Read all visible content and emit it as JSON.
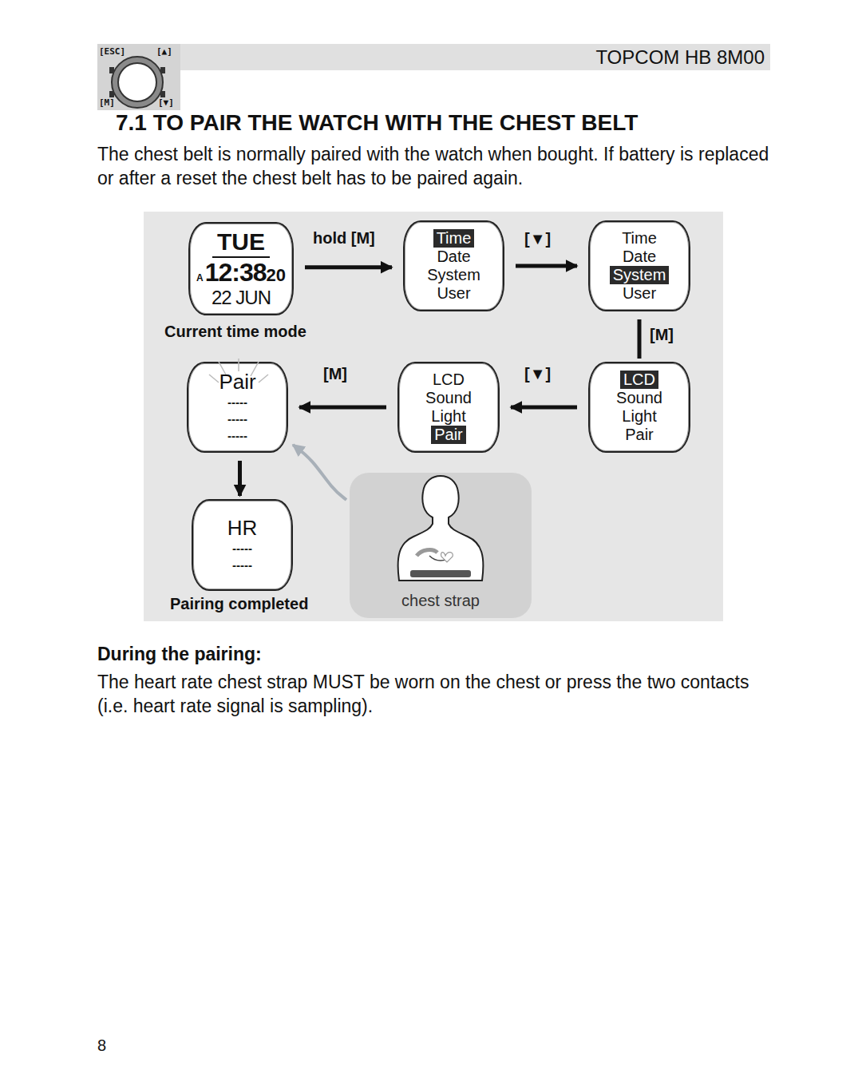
{
  "diagram": {
    "title": "7.1 TO PAIR THE WATCH WITH THE CHEST BELT",
    "nodes": [
      {
        "text": [
          "TUE",
          "A",
          "12:38",
          "20",
          "22 JUN"
        ]
      },
      {
        "text": [
          "Time",
          "Date",
          "System",
          "User"
        ]
      },
      {
        "text": [
          "Time",
          "Date",
          "System",
          "User"
        ]
      },
      {
        "text": [
          "LCD",
          "Sound",
          "Light",
          "Pair"
        ]
      },
      {
        "text": [
          "LCD",
          "Sound",
          "Light",
          "Pair"
        ]
      },
      {
        "text": [
          "Pair",
          "-----",
          "-----",
          "-----"
        ]
      },
      {
        "text": [
          "HR",
          "-----",
          "-----"
        ]
      },
      {
        "text": [
          "chest strap"
        ]
      }
    ],
    "edges": [
      {
        "from": 0,
        "to": 1,
        "label": "hold [M]",
        "arrow": "to"
      },
      {
        "from": 1,
        "to": 2,
        "label": "[▼]",
        "arrow": "to"
      },
      {
        "from": 2,
        "to": 3,
        "label": "[M]",
        "arrow": "none"
      },
      {
        "from": 3,
        "to": 4,
        "label": "[▼]",
        "arrow": "to"
      },
      {
        "from": 4,
        "to": 5,
        "label": "[M]",
        "arrow": "to"
      },
      {
        "from": 5,
        "to": 6,
        "arrow": "to"
      },
      {
        "from": 7,
        "to": 5,
        "arrow": "to"
      }
    ],
    "labels": [
      "[ESC]",
      "[▲]",
      "[M]",
      "[▼]",
      "TOPCOM HB 8M00",
      "The chest belt is normally paired with the watch when bought. If battery is replaced or after a reset the chest belt has to be paired again.",
      "Current time mode",
      "Pairing completed",
      "During the pairing:",
      "The heart rate chest strap MUST be worn on the chest or press the two contacts (i.e. heart rate signal is sampling).",
      "8"
    ]
  }
}
